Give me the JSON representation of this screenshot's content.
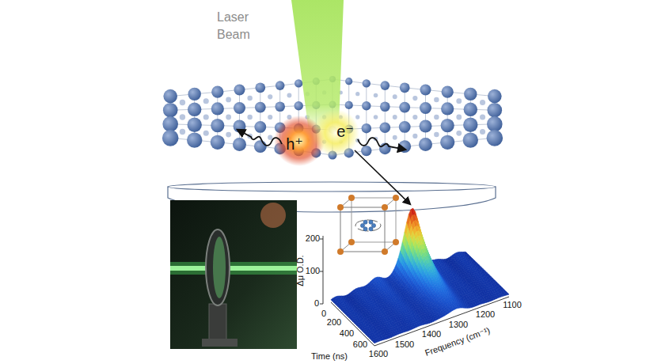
{
  "diagram": {
    "labels": [
      "Laser Beam",
      "h⁺",
      "e⁻",
      "Δμ O.D.",
      "200",
      "100",
      "0",
      "0",
      "200",
      "400",
      "600",
      "Time (ns)",
      "1600",
      "1500",
      "1400",
      "1300",
      "1200",
      "1100",
      "Frequency (cm⁻¹)"
    ]
  }
}
